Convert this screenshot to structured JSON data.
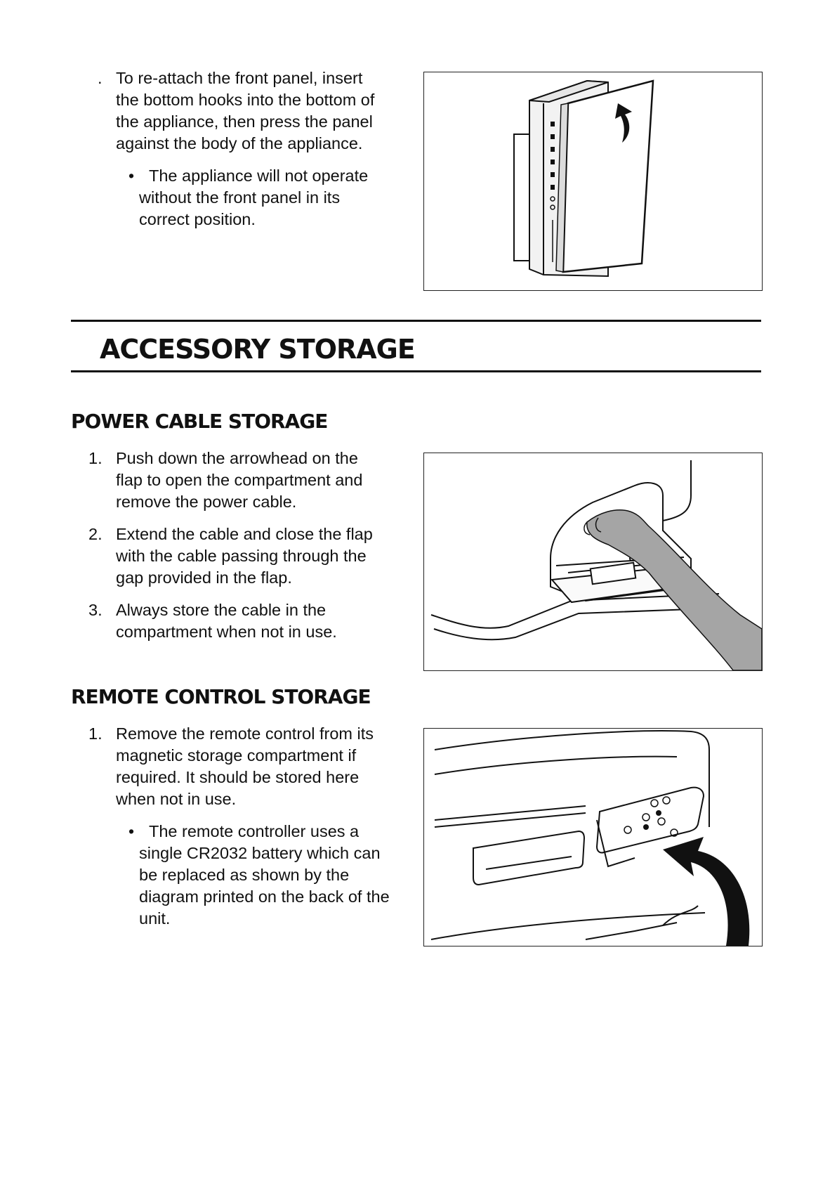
{
  "intro": {
    "marker": ".",
    "lines": [
      "To re-attach the front panel, insert",
      "the bottom hooks into the bottom of",
      "the appliance, then press the panel",
      "against the body of the appliance."
    ],
    "note_lines": [
      "The appliance will not operate",
      "without the front panel in its",
      "correct position."
    ]
  },
  "section_title": "ACCESSORY STORAGE",
  "power": {
    "heading": "POWER CABLE STORAGE",
    "steps": [
      {
        "num": "1.",
        "lines": [
          "Push down the arrowhead on the",
          "flap to open the compartment and",
          "remove the power cable."
        ]
      },
      {
        "num": "2.",
        "lines": [
          "Extend the cable and close the flap",
          "with the cable passing through the",
          "gap provided in the flap."
        ]
      },
      {
        "num": "3.",
        "lines": [
          "Always store the cable in the",
          "compartment when not in use."
        ]
      }
    ]
  },
  "remote": {
    "heading": "REMOTE CONTROL STORAGE",
    "step": {
      "num": "1.",
      "lines": [
        "Remove the remote control from its",
        "magnetic storage compartment if",
        "required. It should be stored here",
        "when not in use."
      ]
    },
    "note_lines": [
      "The remote controller uses a",
      "single CR2032 battery which can",
      "be replaced as shown by the",
      "diagram printed on the back of the",
      "unit."
    ]
  }
}
